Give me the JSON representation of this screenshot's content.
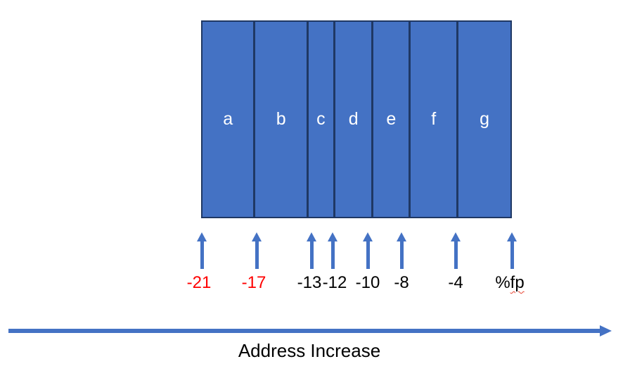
{
  "colors": {
    "box_fill": "#4472C4",
    "box_border": "#1F3864",
    "arrow": "#4472C4",
    "tick_red": "#FF0000",
    "tick_black": "#000000",
    "squiggle_red": "#E8412F",
    "segment_text": "#FFFFFF",
    "axis_text": "#000000"
  },
  "box": {
    "segments": [
      {
        "label": "a"
      },
      {
        "label": "b"
      },
      {
        "label": "c"
      },
      {
        "label": "d"
      },
      {
        "label": "e"
      },
      {
        "label": "f"
      },
      {
        "label": "g"
      }
    ]
  },
  "ticks": [
    {
      "label": "-21",
      "emphasis": "red"
    },
    {
      "label": "-17",
      "emphasis": "red"
    },
    {
      "label": "-13",
      "emphasis": "black"
    },
    {
      "label": "-12",
      "emphasis": "black"
    },
    {
      "label": "-10",
      "emphasis": "black"
    },
    {
      "label": "-8",
      "emphasis": "black"
    },
    {
      "label": "-4",
      "emphasis": "black"
    },
    {
      "label": "%fp",
      "emphasis": "black",
      "prefix": "%",
      "word": "fp",
      "spellcheck_underline": true
    }
  ],
  "axis": {
    "label": "Address Increase"
  }
}
